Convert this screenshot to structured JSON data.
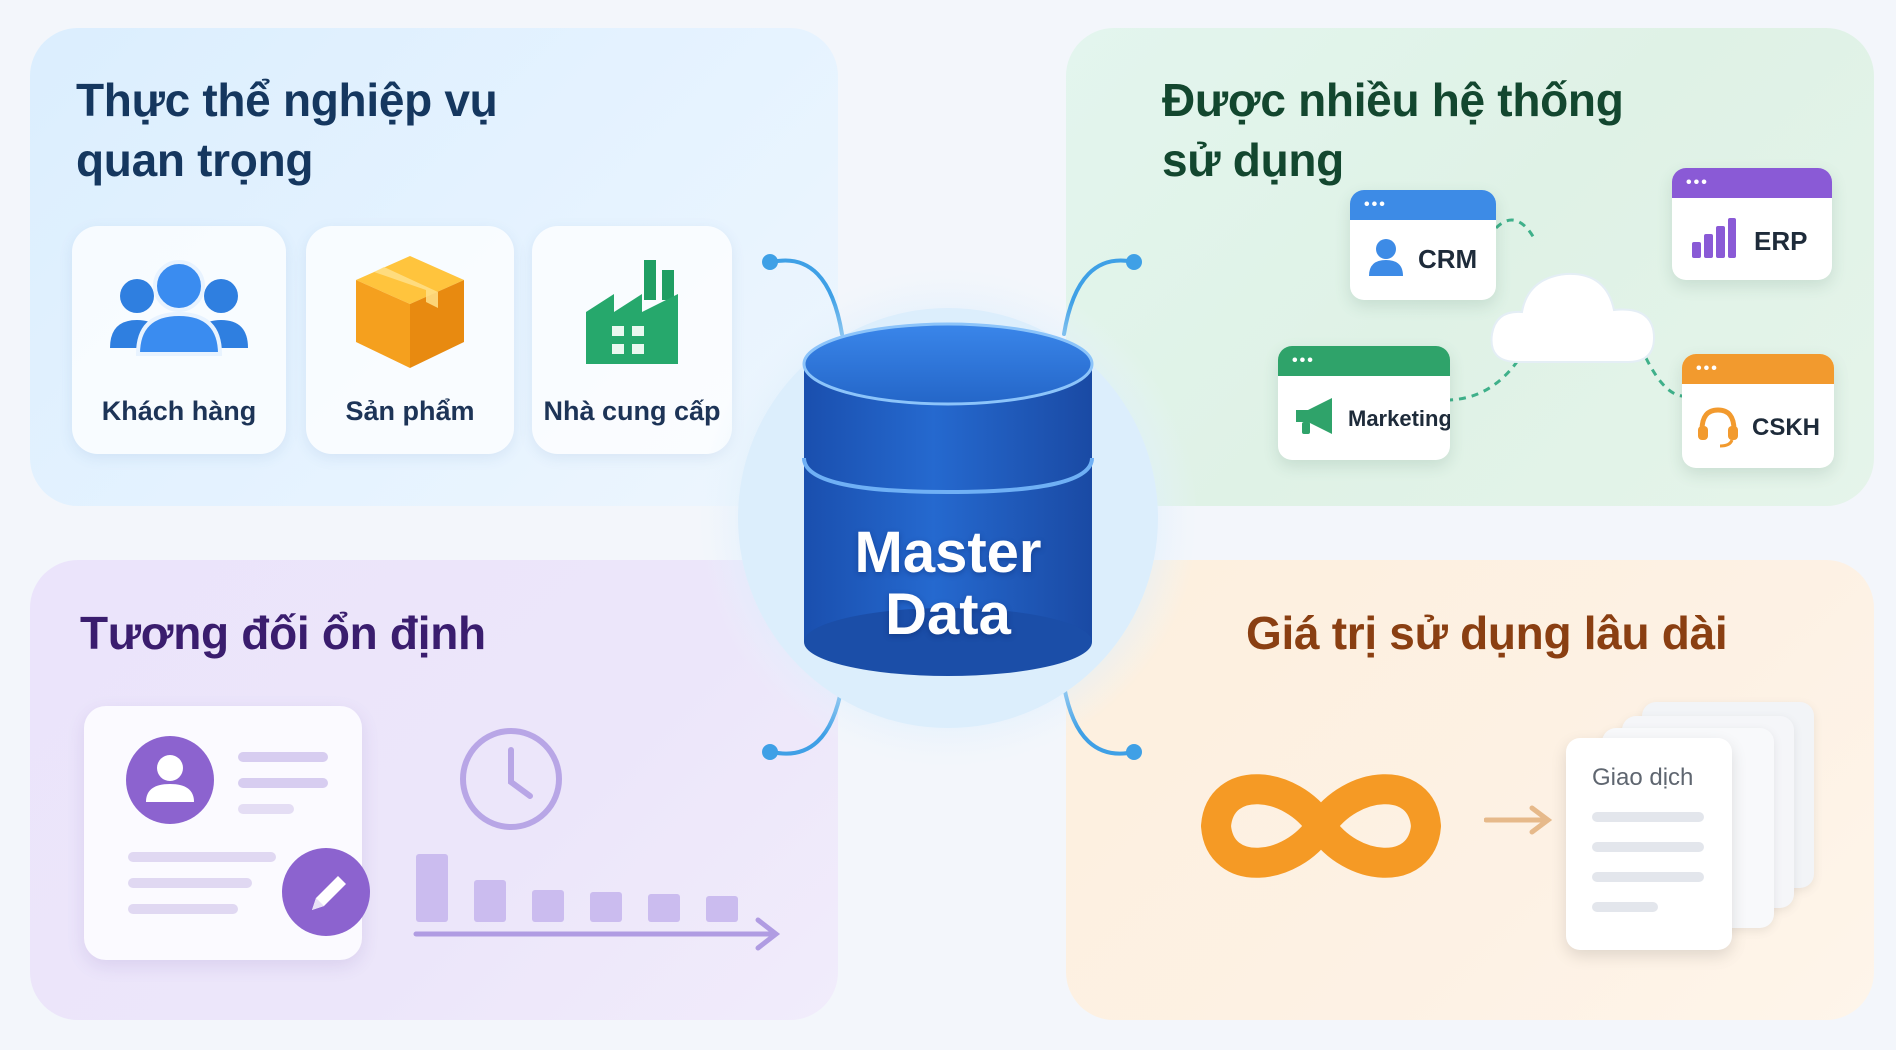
{
  "center": {
    "line1": "Master",
    "line2": "Data"
  },
  "top_left": {
    "title_line1": "Thực thể nghiệp vụ",
    "title_line2": "quan trọng",
    "entities": [
      {
        "label": "Khách hàng",
        "icon": "people-icon"
      },
      {
        "label": "Sản phẩm",
        "icon": "box-icon"
      },
      {
        "label": "Nhà cung cấp",
        "icon": "factory-icon"
      }
    ]
  },
  "top_right": {
    "title_line1": "Được nhiều hệ thống",
    "title_line2": "sử dụng",
    "systems": [
      {
        "label": "CRM",
        "icon": "user-icon",
        "color": "#3d8be6"
      },
      {
        "label": "ERP",
        "icon": "bar-chart-icon",
        "color": "#8a5ad6"
      },
      {
        "label": "Marketing",
        "icon": "megaphone-icon",
        "color": "#2fa36a"
      },
      {
        "label": "CSKH",
        "icon": "headset-icon",
        "color": "#f29a2e"
      }
    ],
    "hub_icon": "cloud-icon"
  },
  "bottom_left": {
    "title": "Tương đối ổn định",
    "icons": [
      "profile-card-icon",
      "edit-icon",
      "clock-icon",
      "declining-bars-icon"
    ]
  },
  "bottom_right": {
    "title": "Giá trị sử dụng lâu dài",
    "document_label": "Giao dịch",
    "icons": [
      "infinity-icon",
      "arrow-right-icon",
      "document-stack-icon"
    ]
  },
  "colors": {
    "cylinder": "#1f5fc0",
    "connector": "#3fa0e6",
    "accent_orange": "#f59a25",
    "accent_purple": "#8c63cf"
  }
}
